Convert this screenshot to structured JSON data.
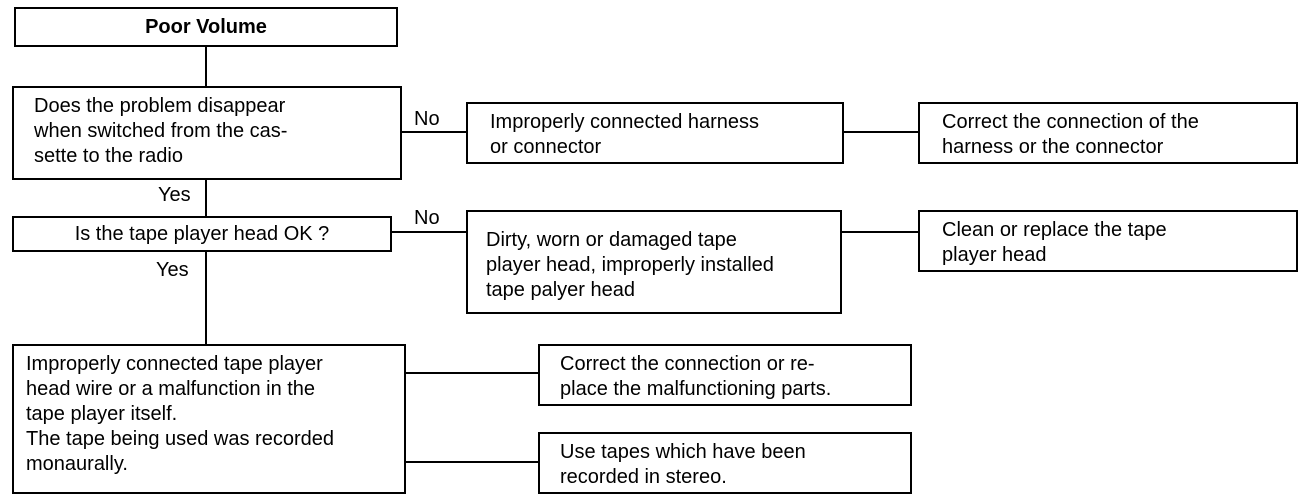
{
  "title": "Poor Volume",
  "q1": {
    "lines": [
      "Does the problem disappear",
      "when switched from the cas-",
      "sette to the radio"
    ],
    "no_label": "No",
    "yes_label": "Yes"
  },
  "q1_cause": {
    "lines": [
      "Improperly connected harness",
      "or connector"
    ]
  },
  "q1_fix": {
    "lines": [
      "Correct the connection of the",
      "harness or the connector"
    ]
  },
  "q2": {
    "text": "Is the tape player head OK ?",
    "no_label": "No",
    "yes_label": "Yes"
  },
  "q2_cause": {
    "lines": [
      "Dirty, worn or damaged tape",
      "player head, improperly installed",
      "tape palyer head"
    ]
  },
  "q2_fix": {
    "lines": [
      "Clean or replace the tape",
      "player head"
    ]
  },
  "final_cause": {
    "lines": [
      "Improperly connected tape player",
      "head wire or a malfunction in the",
      "tape player itself.",
      "The tape being used was recorded",
      "monaurally."
    ]
  },
  "fix_a": {
    "lines": [
      "Correct the connection or re-",
      "place the malfunctioning parts."
    ]
  },
  "fix_b": {
    "lines": [
      "Use tapes which have been",
      "recorded in stereo."
    ]
  }
}
